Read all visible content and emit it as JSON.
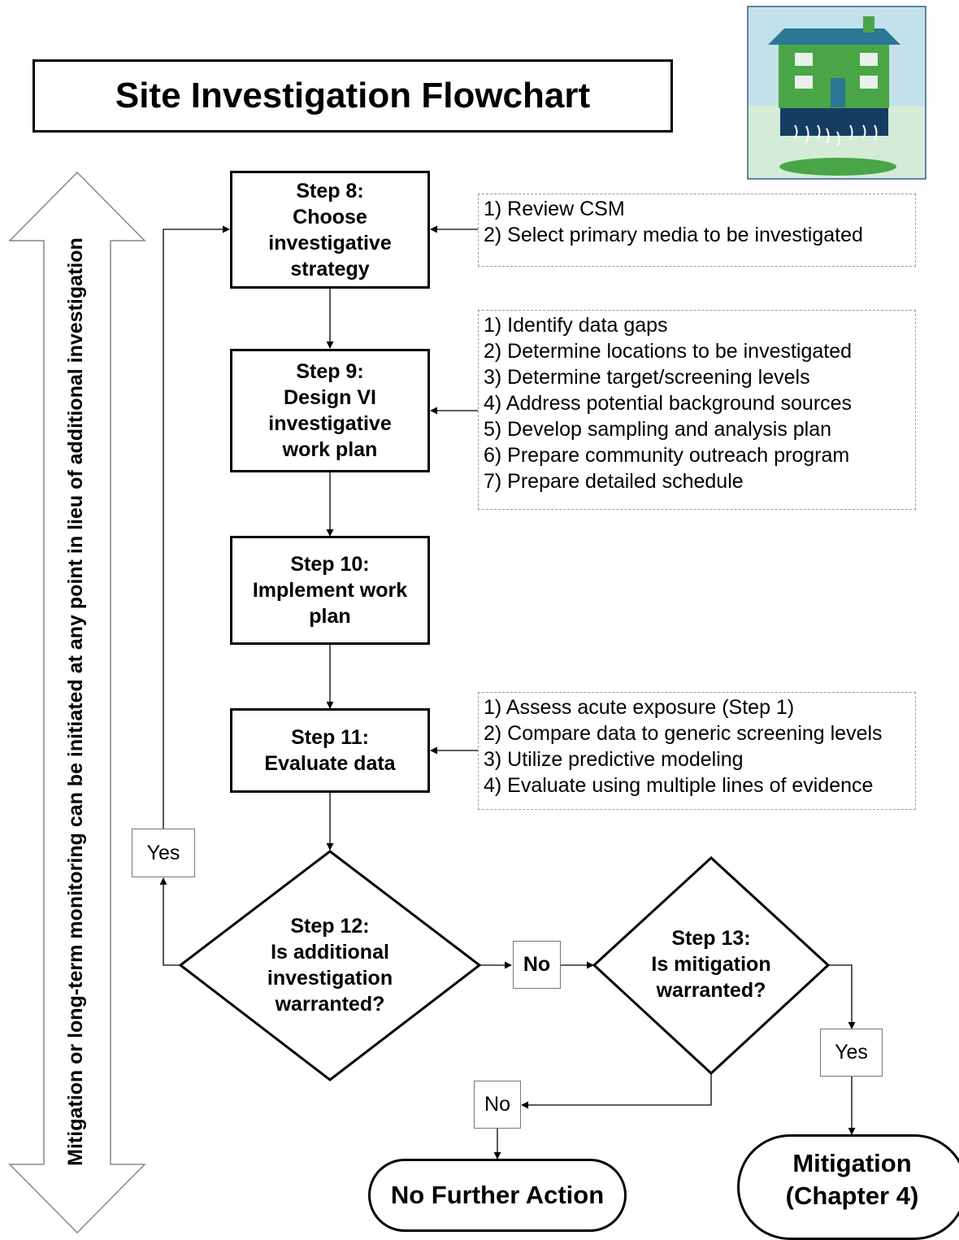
{
  "title": "Site Investigation Flowchart",
  "side_arrow_text": "Mitigation or long-term monitoring can be initiated at any point in lieu of additional investigation",
  "steps": {
    "step8": "Step 8:\nChoose\ninvestigative\nstrategy",
    "step9": "Step 9:\nDesign VI\ninvestigative\nwork plan",
    "step10": "Step 10:\nImplement work\nplan",
    "step11": "Step 11:\nEvaluate data",
    "step12": "Step 12:\nIs additional\ninvestigation\nwarranted?",
    "step13": "Step 13:\nIs mitigation\nwarranted?"
  },
  "notes": {
    "step8": [
      "1) Review CSM",
      "2) Select primary media to be investigated"
    ],
    "step9": [
      "1) Identify data gaps",
      "2) Determine locations to be investigated",
      "3) Determine target/screening levels",
      "4) Address potential background sources",
      "5) Develop sampling and analysis plan",
      "6) Prepare community outreach program",
      "7) Prepare detailed schedule"
    ],
    "step11": [
      "1) Assess acute exposure (Step 1)",
      "2) Compare data to generic screening levels",
      "3) Utilize predictive modeling",
      "4) Evaluate using multiple lines of evidence"
    ]
  },
  "labels": {
    "yes_loop": "Yes",
    "no_12": "No",
    "yes_13": "Yes",
    "no_13": "No"
  },
  "terminals": {
    "no_further_action": "No Further Action",
    "mitigation": "Mitigation\n(Chapter 4)"
  },
  "colors": {
    "house_green": "#4aa547",
    "roof": "#2e7a9a",
    "sky": "#b9dbe6",
    "ground": "#cfe8d2",
    "basement": "#163c62"
  }
}
